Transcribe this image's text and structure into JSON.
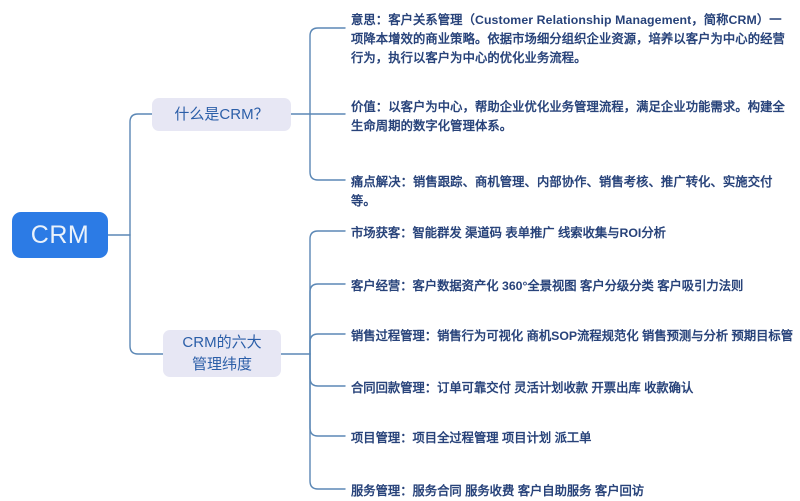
{
  "diagram": {
    "type": "mind-map",
    "title": "CRM",
    "colors": {
      "root_fill": "#2c7be5",
      "root_text": "#eaf2fb",
      "branch_fill": "#e7e7f4",
      "branch_text": "#2b5ea8",
      "leaf_text": "#28437a",
      "connector": "#5b87b5",
      "background": "#ffffff"
    }
  },
  "root": {
    "label": "CRM"
  },
  "branches": [
    {
      "id": "what-is-crm",
      "label": "什么是CRM？",
      "leaves": [
        {
          "id": "meaning",
          "text": "意思：客户关系管理（Customer Relationship Management，简称CRM）一\n项降本增效的商业策略。依据市场细分组织企业资源，培养以客户为中心的经营\n行为，执行以客户为中心的优化业务流程。"
        },
        {
          "id": "value",
          "text": "价值：以客户为中心，帮助企业优化业务管理流程，满足企业功能需求。构建全\n生命周期的数字化管理体系。"
        },
        {
          "id": "pain-points",
          "text": "痛点解决：销售跟踪、商机管理、内部协作、销售考核、推广转化、实施交付等。"
        }
      ]
    },
    {
      "id": "six-dimensions",
      "label": "CRM的六大\n管理纬度",
      "leaves": [
        {
          "id": "market-acquisition",
          "text": "市场获客：智能群发 渠道码 表单推广 线索收集与ROI分析"
        },
        {
          "id": "customer-operation",
          "text": "客户经营：客户数据资产化 360°全景视图 客户分级分类 客户吸引力法则"
        },
        {
          "id": "sales-process",
          "text": "销售过程管理：销售行为可视化 商机SOP流程规范化 销售预测与分析 预期目标管"
        },
        {
          "id": "contract-payment",
          "text": "合同回款管理：订单可靠交付 灵活计划收款 开票出库 收款确认"
        },
        {
          "id": "project-management",
          "text": "项目管理：项目全过程管理 项目计划 派工单"
        },
        {
          "id": "service-management",
          "text": "服务管理：服务合同 服务收费 客户自助服务 客户回访"
        }
      ]
    }
  ]
}
